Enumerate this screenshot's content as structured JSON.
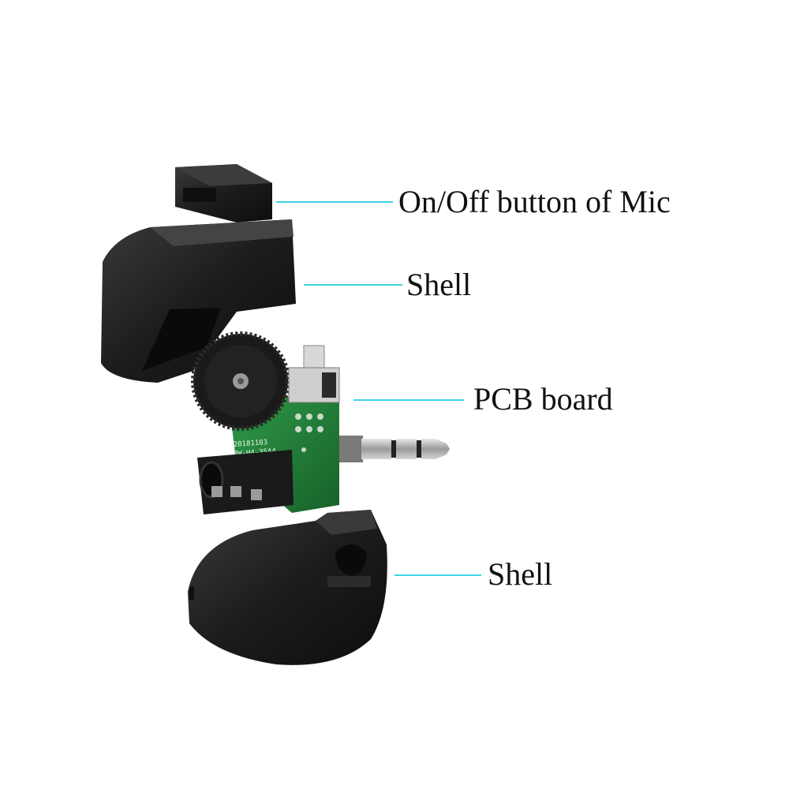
{
  "labels": {
    "mic_button": "On/Off button of Mic",
    "top_shell": "Shell",
    "pcb": "PCB board",
    "bottom_shell": "Shell"
  },
  "pcb_marking": {
    "line1": "20181103",
    "line2": "BW-H4-35A4"
  },
  "colors": {
    "leader_line": "#3fd3e6",
    "plastic": "#1b1b1b",
    "pcb_green": "#1f7a33",
    "jack_metal": "#b8b8b8"
  }
}
